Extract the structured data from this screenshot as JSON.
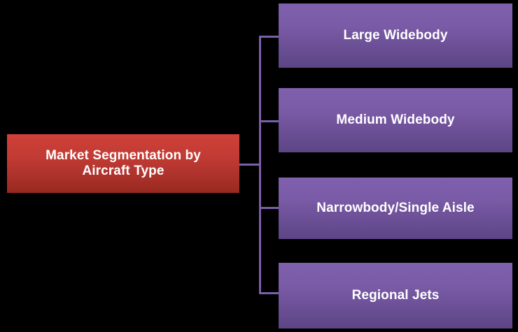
{
  "diagram": {
    "title": "Market Segmentation by Aircraft Type",
    "type": "hierarchy-tree",
    "background_color": "#000000",
    "connector_color": "#7b5fa8",
    "root": {
      "label_line_1": "Market Segmentation by",
      "label_line_2": "Aircraft Type",
      "full_label": "Market Segmentation by Aircraft Type",
      "fill_top": "#cf4038",
      "fill_bottom": "#97291f",
      "text_color": "#ffffff"
    },
    "leaves": [
      {
        "label": "Large Widebody",
        "fill_top": "#7f60ad",
        "fill_bottom": "#5c4585",
        "text_color": "#ffffff"
      },
      {
        "label": "Medium Widebody",
        "fill_top": "#7f60ad",
        "fill_bottom": "#5c4585",
        "text_color": "#ffffff"
      },
      {
        "label": "Narrowbody/Single Aisle",
        "fill_top": "#7f60ad",
        "fill_bottom": "#5c4585",
        "text_color": "#ffffff"
      },
      {
        "label": "Regional Jets",
        "fill_top": "#7f60ad",
        "fill_bottom": "#5c4585",
        "text_color": "#ffffff"
      }
    ]
  }
}
